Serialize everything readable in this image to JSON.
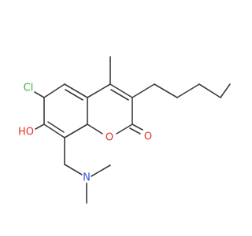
{
  "molecule": {
    "atoms": [
      {
        "id": "cl",
        "symbol": "Cl",
        "color": "#36b536"
      },
      {
        "id": "oh",
        "symbol": "HO",
        "color": "#e8322c"
      },
      {
        "id": "o_ring",
        "symbol": "O",
        "color": "#e8322c"
      },
      {
        "id": "o_carbonyl",
        "symbol": "O",
        "color": "#e8322c"
      },
      {
        "id": "n",
        "symbol": "N",
        "color": "#3050d8"
      }
    ],
    "bond_color": "#3b3b3b"
  }
}
